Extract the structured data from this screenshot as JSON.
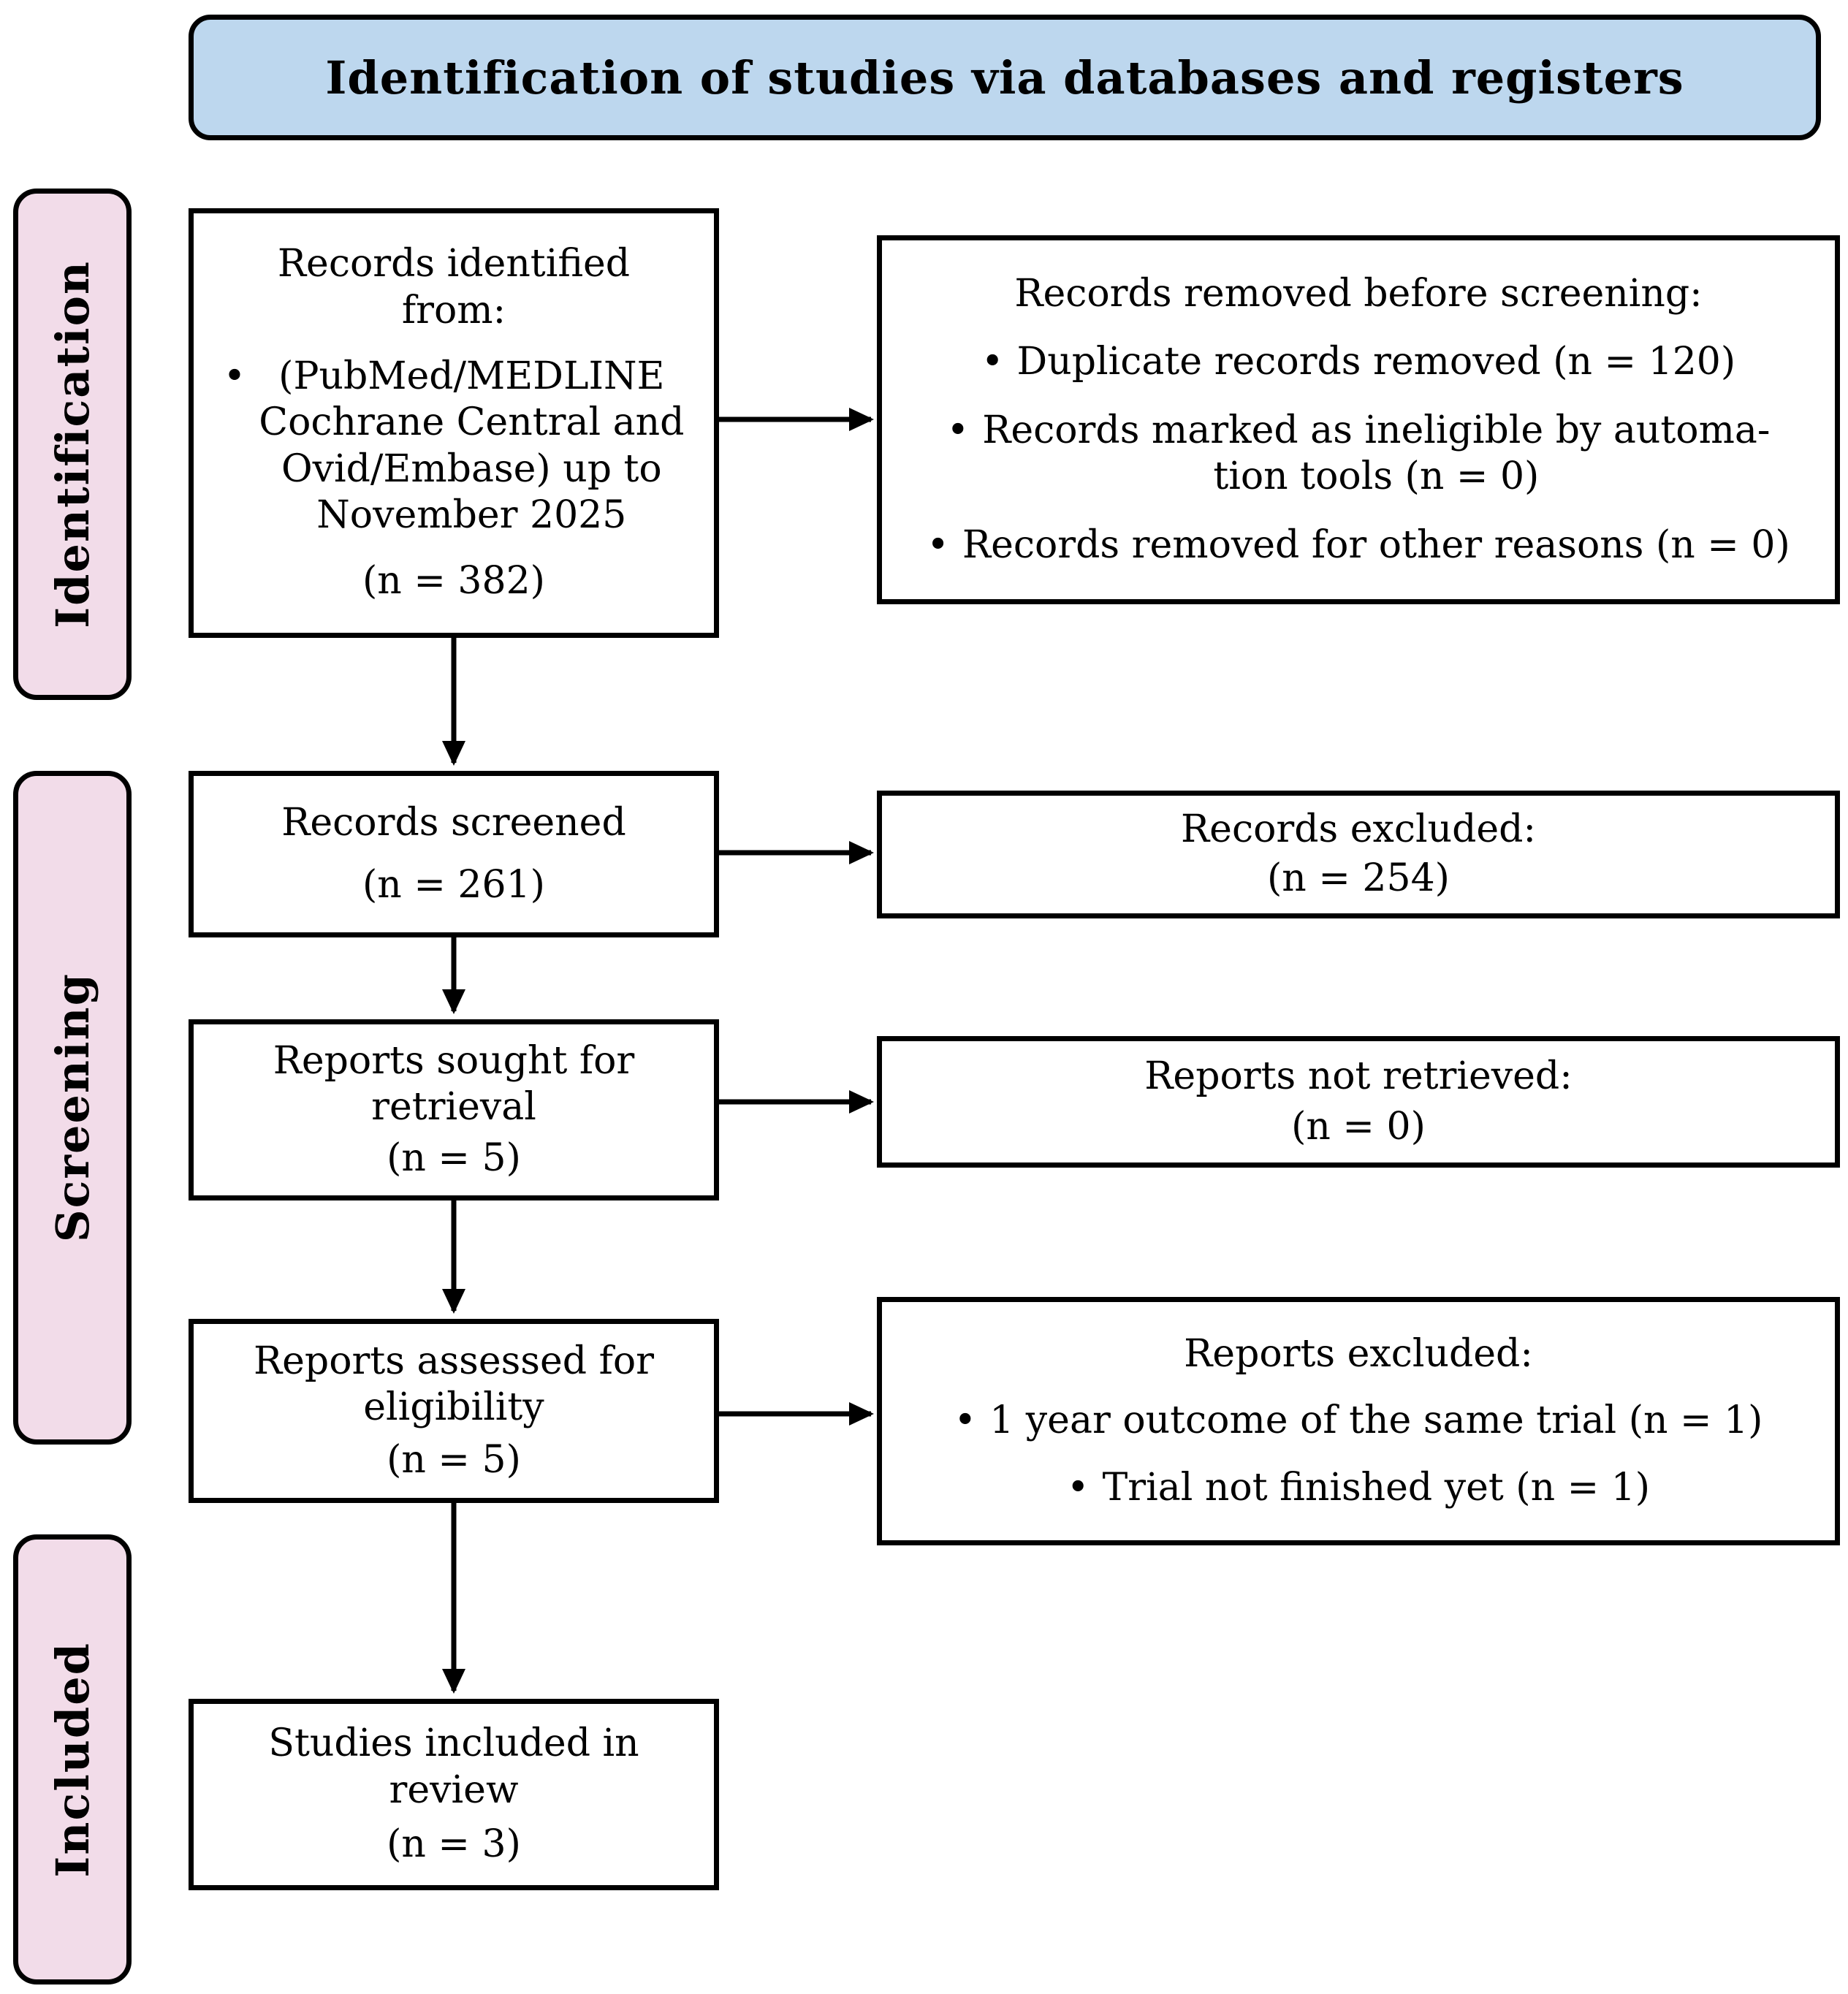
{
  "title": "Identification of studies via databases and registers",
  "bullet_char": "•",
  "sidebar": {
    "identification": "Identification",
    "screening": "Screening",
    "included": "Included"
  },
  "colors": {
    "banner_bg": "#BDD7EE",
    "stage_label_bg": "#F2DCE9",
    "box_bg": "#FFFFFF",
    "border": "#000000",
    "text": "#000000"
  },
  "flow": {
    "identified": {
      "title": "Records identified\nfrom:",
      "bullets": [
        "(PubMed/MEDLINE\nCochrane Central and\nOvid/Embase) up to\nNovember 2025"
      ],
      "count": "(n = 382)"
    },
    "removed": {
      "title": "Records removed before screening:",
      "bullets": [
        "Duplicate records removed (n = 120)",
        "Records marked as ineligible by automa-\ntion tools (n = 0)",
        "Records removed for other reasons (n = 0)"
      ]
    },
    "screened": {
      "title": "Records screened",
      "count": "(n = 261)"
    },
    "records_excluded": {
      "title": "Records excluded:",
      "count": "(n = 254)"
    },
    "sought": {
      "title": "Reports sought for\nretrieval",
      "count": "(n = 5)"
    },
    "not_retrieved": {
      "title": "Reports not retrieved:",
      "count": "(n = 0)"
    },
    "assessed": {
      "title": "Reports assessed for\neligibility",
      "count": "(n = 5)"
    },
    "reports_excluded": {
      "title": "Reports excluded:",
      "bullets": [
        "1 year outcome of the same trial (n = 1)",
        "Trial not finished yet (n = 1)"
      ]
    },
    "included_studies": {
      "title": "Studies included in\nreview",
      "count": "(n = 3)"
    }
  }
}
